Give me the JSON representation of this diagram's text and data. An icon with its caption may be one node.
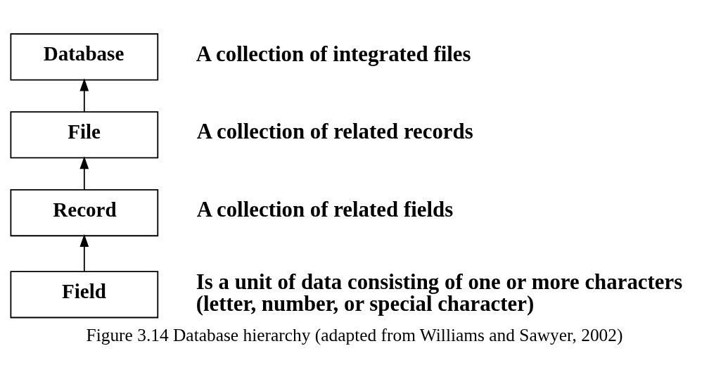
{
  "diagram": {
    "caption": "Figure 3.14 Database hierarchy (adapted from Williams and Sawyer, 2002)",
    "nodes": [
      {
        "text": [
          "Database"
        ],
        "beside": [
          "A collection of integrated files"
        ]
      },
      {
        "text": [
          "File"
        ],
        "beside": [
          "A collection of related records"
        ]
      },
      {
        "text": [
          "Record"
        ],
        "beside": [
          "A collection of related fields"
        ]
      },
      {
        "text": [
          "Field"
        ],
        "beside": [
          "Is a unit of data consisting of one or more characters (letter, number, or special character)"
        ]
      }
    ],
    "edges": [
      {
        "from": 3,
        "to": 2,
        "arrow": "to"
      },
      {
        "from": 2,
        "to": 1,
        "arrow": "to"
      },
      {
        "from": 1,
        "to": 0,
        "arrow": "to"
      }
    ]
  }
}
